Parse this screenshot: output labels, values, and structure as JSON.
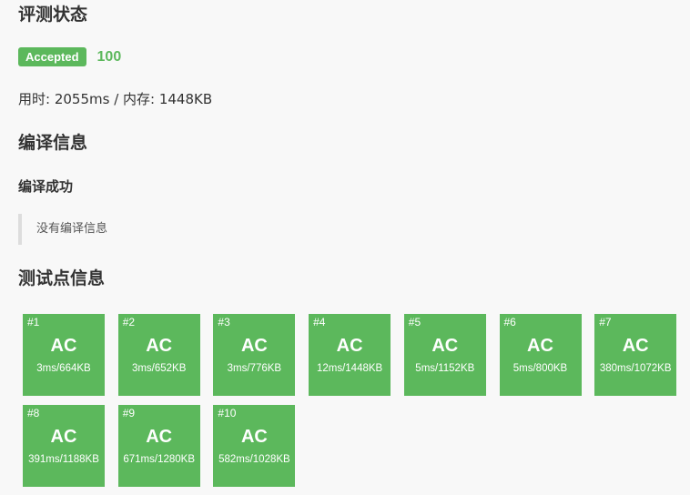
{
  "status": {
    "title": "评测状态",
    "badge": "Accepted",
    "score": "100",
    "usage": "用时: 2055ms / 内存: 1448KB"
  },
  "compile": {
    "title": "编译信息",
    "result": "编译成功",
    "message": "没有编译信息"
  },
  "tests": {
    "title": "测试点信息",
    "items": [
      {
        "num": "#1",
        "result": "AC",
        "detail": "3ms/664KB"
      },
      {
        "num": "#2",
        "result": "AC",
        "detail": "3ms/652KB"
      },
      {
        "num": "#3",
        "result": "AC",
        "detail": "3ms/776KB"
      },
      {
        "num": "#4",
        "result": "AC",
        "detail": "12ms/1448KB"
      },
      {
        "num": "#5",
        "result": "AC",
        "detail": "5ms/1152KB"
      },
      {
        "num": "#6",
        "result": "AC",
        "detail": "5ms/800KB"
      },
      {
        "num": "#7",
        "result": "AC",
        "detail": "380ms/1072KB"
      },
      {
        "num": "#8",
        "result": "AC",
        "detail": "391ms/1188KB"
      },
      {
        "num": "#9",
        "result": "AC",
        "detail": "671ms/1280KB"
      },
      {
        "num": "#10",
        "result": "AC",
        "detail": "582ms/1028KB"
      }
    ]
  },
  "colors": {
    "accepted": "#5cb85c"
  }
}
